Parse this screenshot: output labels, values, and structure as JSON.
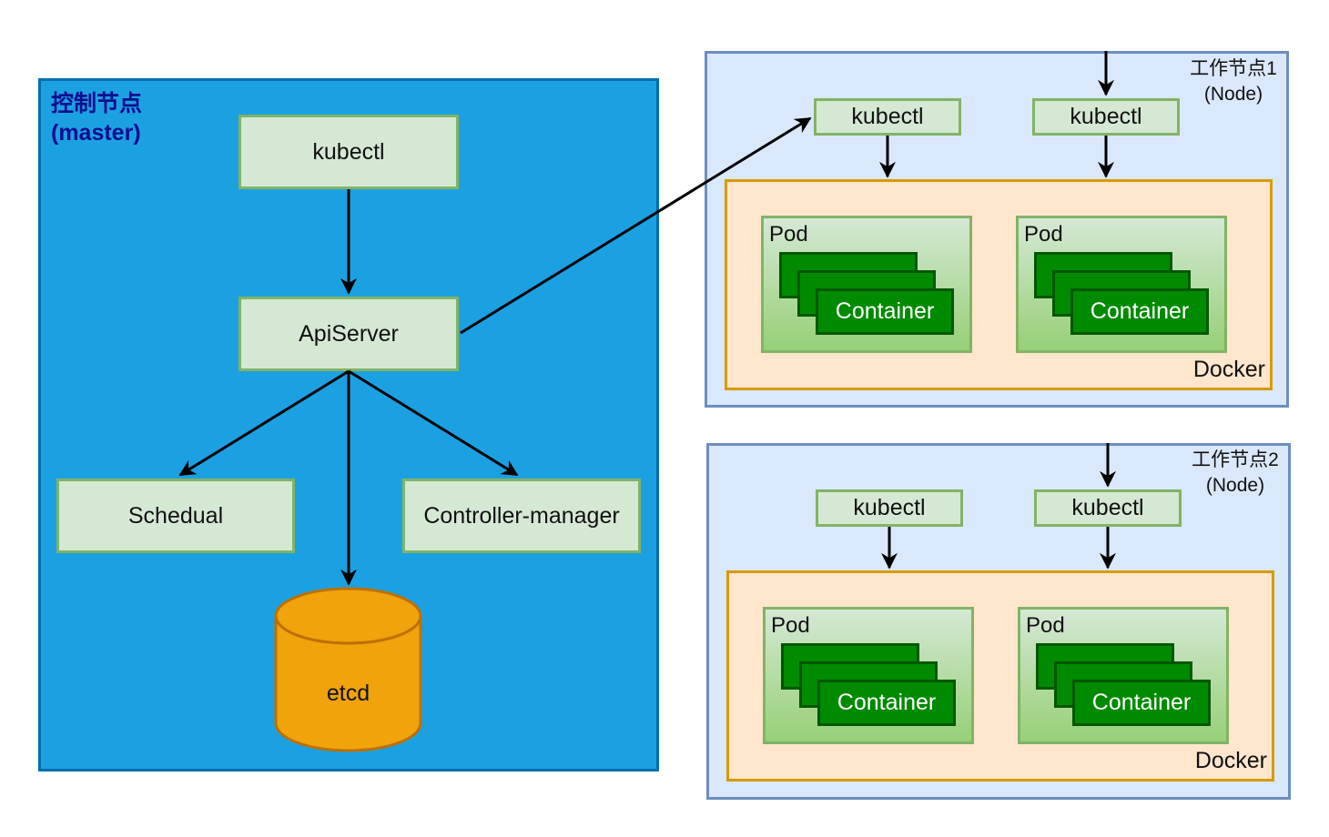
{
  "master": {
    "title_line1": "控制节点",
    "title_line2": "(master)",
    "kubectl": "kubectl",
    "apiserver": "ApiServer",
    "scheduler": "Schedual",
    "controller": "Controller-manager",
    "etcd": "etcd"
  },
  "nodes": [
    {
      "title_line1": "工作节点1",
      "title_line2": "(Node)",
      "kubectl_left": "kubectl",
      "kubectl_right": "kubectl",
      "docker": "Docker",
      "pods": [
        {
          "label": "Pod",
          "container": "Container"
        },
        {
          "label": "Pod",
          "container": "Container"
        }
      ]
    },
    {
      "title_line1": "工作节点2",
      "title_line2": "(Node)",
      "kubectl_left": "kubectl",
      "kubectl_right": "kubectl",
      "docker": "Docker",
      "pods": [
        {
          "label": "Pod",
          "container": "Container"
        },
        {
          "label": "Pod",
          "container": "Container"
        }
      ]
    }
  ],
  "colors": {
    "master_fill": "#1ba1e2",
    "master_stroke": "#006eaf",
    "green_fill": "#d5e8d4",
    "green_stroke": "#82b366",
    "node_fill": "#dae8fc",
    "node_stroke": "#6c8ebf",
    "docker_fill": "#ffe6cc",
    "docker_stroke": "#d79b00",
    "container_fill": "#008a00",
    "etcd_fill": "#f0a30a"
  }
}
